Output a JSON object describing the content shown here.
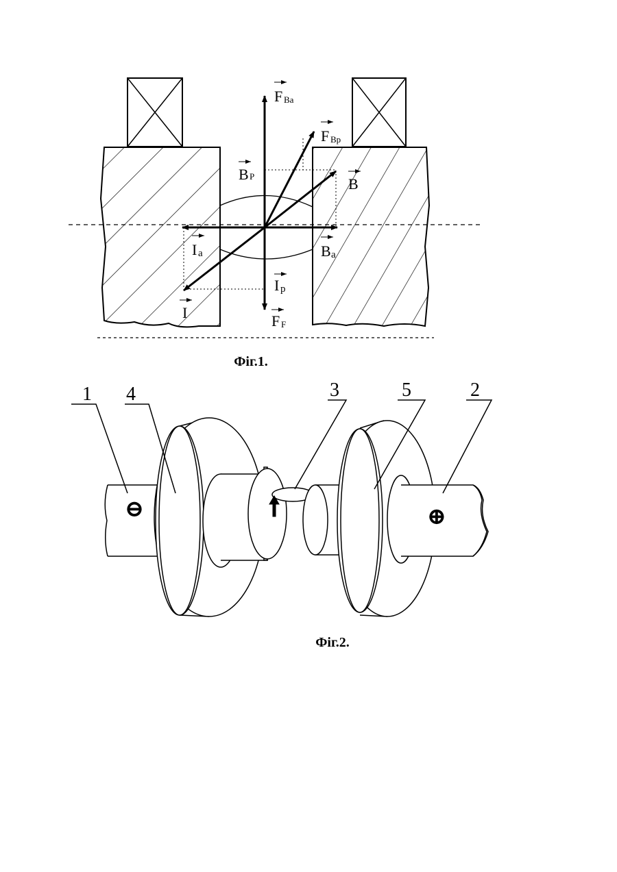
{
  "fig1": {
    "caption": "Фіг.1.",
    "vectors": {
      "F_Ba": {
        "main": "F",
        "sub": "Ba"
      },
      "F_Bp": {
        "main": "F",
        "sub": "Bp"
      },
      "B_P": {
        "main": "B",
        "sub": "P"
      },
      "B": {
        "main": "B",
        "sub": ""
      },
      "I_a": {
        "main": "I",
        "sub": "a"
      },
      "B_a": {
        "main": "B",
        "sub": "a"
      },
      "I_p": {
        "main": "I",
        "sub": "p"
      },
      "I": {
        "main": "I",
        "sub": ""
      },
      "F_F": {
        "main": "F",
        "sub": "F"
      }
    }
  },
  "fig2": {
    "caption": "Фіг.2.",
    "labels": {
      "l1": "1",
      "l2": "2",
      "l3": "3",
      "l4": "4",
      "l5": "5"
    },
    "signs": {
      "left": "⊖",
      "right": "⊕"
    }
  }
}
